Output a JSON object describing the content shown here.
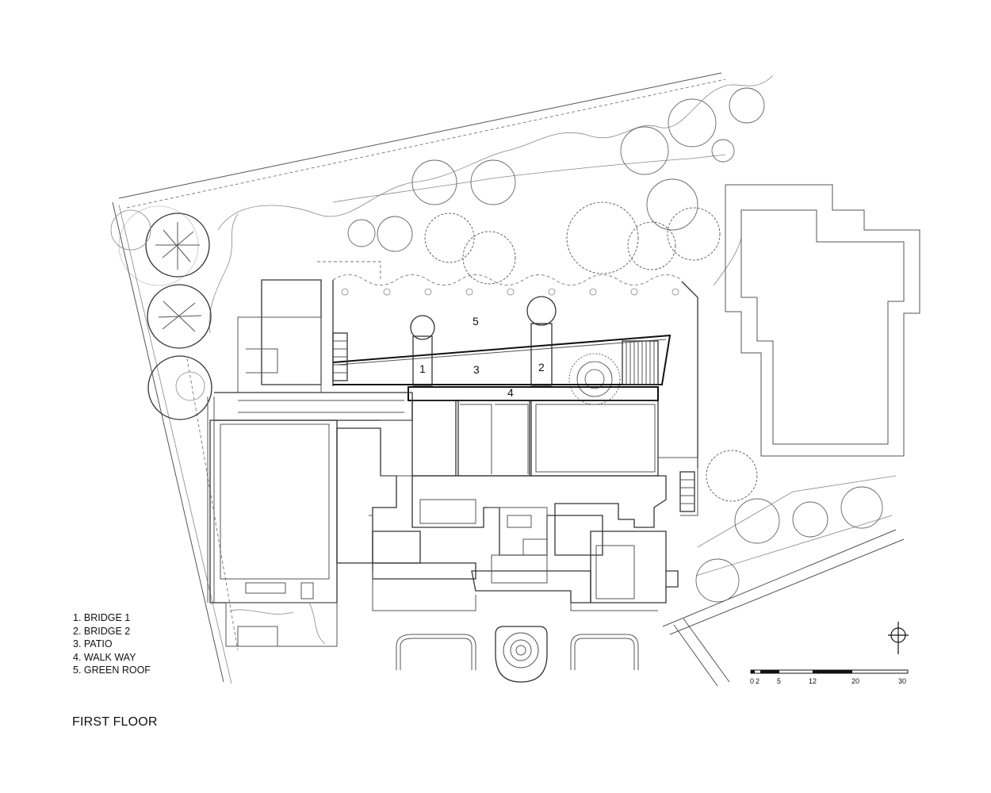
{
  "title": "FIRST FLOOR",
  "legend": [
    {
      "number": "1",
      "label": "1. BRIDGE 1"
    },
    {
      "number": "2",
      "label": "2. BRIDGE 2"
    },
    {
      "number": "3",
      "label": "3. PATIO"
    },
    {
      "number": "4",
      "label": "4. WALK WAY"
    },
    {
      "number": "5",
      "label": "5. GREEN ROOF"
    }
  ],
  "plan_labels": {
    "bridge_1": "1",
    "bridge_2": "2",
    "patio": "3",
    "walk_way": "4",
    "green_roof": "5"
  },
  "scale_bar": {
    "ticks": [
      "0",
      "2",
      "5",
      "12",
      "20",
      "30"
    ]
  },
  "icons": {
    "north_arrow": "north-arrow-icon"
  }
}
